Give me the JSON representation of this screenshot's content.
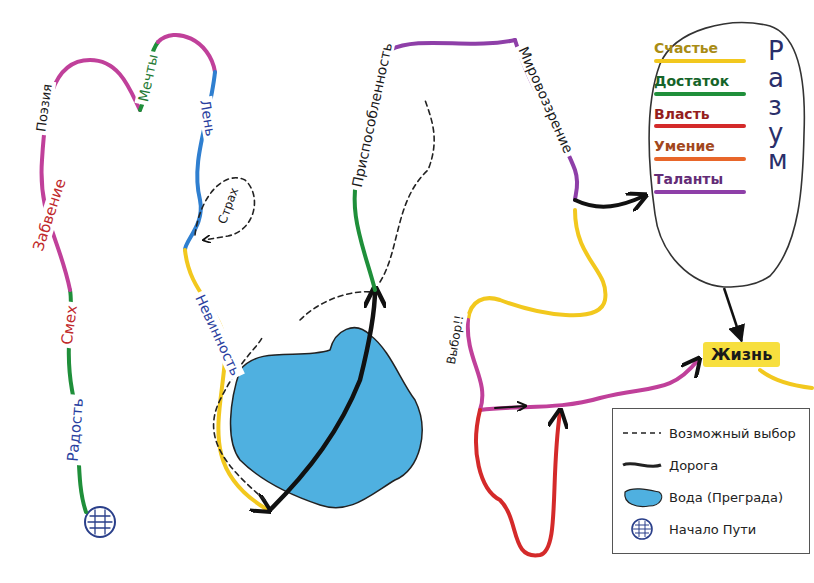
{
  "diagram": {
    "nodes": [
      {
        "text": [
          "Разум"
        ]
      },
      {
        "text": [
          "Жизнь"
        ]
      }
    ],
    "edges": [
      {
        "from": 0,
        "to": 1,
        "arrow": "to"
      }
    ],
    "labels": [
      "Радость",
      "Смех",
      "Забвение",
      "Поэзия",
      "Мечты",
      "Лень",
      "Страх",
      "Невинность",
      "Приспособленность",
      "Мировоззрение",
      "Выбор!!"
    ],
    "legend": [
      {
        "text": "Счастье",
        "color": "#f2c81e"
      },
      {
        "text": "Достаток",
        "color": "#1f8f3a"
      },
      {
        "text": "Власть",
        "color": "#d42a2a"
      },
      {
        "text": "Умение",
        "color": "#e8662a"
      },
      {
        "text": "Таланты",
        "color": "#8e3fa8"
      },
      {
        "text": "Возможный выбор"
      },
      {
        "text": "Дорога"
      },
      {
        "text": "Вода (Преграда)"
      },
      {
        "text": "Начало Пути"
      }
    ]
  }
}
